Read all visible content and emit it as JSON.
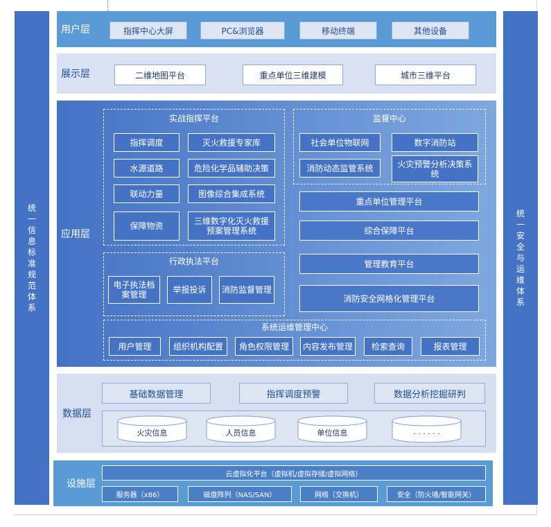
{
  "left_side": {
    "label": "统一信息标准规范体系"
  },
  "right_side": {
    "label": "统一安全与运维体系"
  },
  "user_layer": {
    "label": "用户层",
    "items": [
      "指挥中心大屏",
      "PC&浏览器",
      "移动终端",
      "其他设备"
    ]
  },
  "display_layer": {
    "label": "展示层",
    "items": [
      "二维地图平台",
      "重点单位三维建模",
      "城市三维平台"
    ]
  },
  "app_layer": {
    "label": "应用层",
    "combat": {
      "title": "实战指挥平台",
      "items": [
        "指挥调度",
        "灭火救援专家库",
        "水源道路",
        "危险化学品辅助决策",
        "联动力量",
        "图像综合集成系统",
        "保障物资",
        "三维数字化灭火救援预案管理系统"
      ]
    },
    "monitor": {
      "title": "监督中心",
      "items": [
        "社会单位物联网",
        "数字消防站",
        "消防动态监管系统",
        "火灾预警分析决策系统"
      ]
    },
    "platforms": [
      "重点单位管理平台",
      "综合保障平台",
      "管理教育平台",
      "消防安全网格化管理平台"
    ],
    "admin": {
      "title": "行政执法平台",
      "items": [
        "电子执法档案管理",
        "举报投诉",
        "消防监督管理"
      ]
    },
    "ops": {
      "title": "系统运维管理中心",
      "items": [
        "用户管理",
        "组织机构配置",
        "角色权限管理",
        "内容发布管理",
        "检索查询",
        "报表管理"
      ]
    }
  },
  "data_layer": {
    "label": "数据层",
    "items": [
      "基础数据管理",
      "指挥调度预警",
      "数据分析挖掘研判"
    ],
    "dbs": [
      "火灾信息",
      "人员信息",
      "单位信息",
      "· · · · · ·"
    ]
  },
  "infra_layer": {
    "label": "设施层",
    "cloud": "云虚拟化平台（虚拟机/虚拟存储/虚拟网络）",
    "items": [
      "服务器（x86）",
      "磁盘阵列（NAS/SAN）",
      "网络（交换机）",
      "安全（防火墙/智能网关）"
    ]
  }
}
